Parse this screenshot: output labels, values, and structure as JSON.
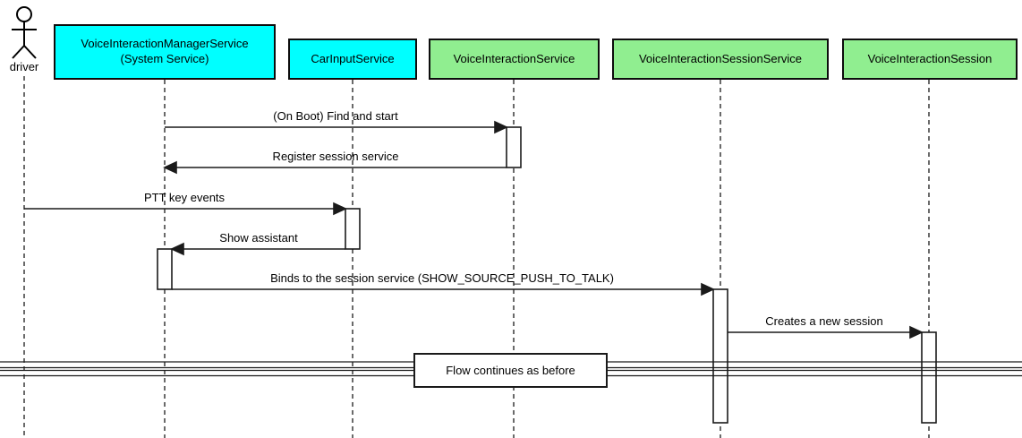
{
  "diagram": {
    "type": "uml-sequence-diagram",
    "colors": {
      "participant_cyan": "#00FFFF",
      "participant_green": "#90EE90",
      "line": "#000000",
      "background": "#FFFFFF"
    },
    "actor": {
      "name": "driver"
    },
    "participants": [
      {
        "label": "VoiceInteractionManagerService",
        "sublabel": "(System Service)",
        "fill": "#00FFFF"
      },
      {
        "label": "CarInputService",
        "fill": "#00FFFF"
      },
      {
        "label": "VoiceInteractionService",
        "fill": "#90EE90"
      },
      {
        "label": "VoiceInteractionSessionService",
        "fill": "#90EE90"
      },
      {
        "label": "VoiceInteractionSession",
        "fill": "#90EE90"
      }
    ],
    "messages": [
      {
        "label": "(On Boot) Find and start",
        "from": "VoiceInteractionManagerService",
        "to": "VoiceInteractionService"
      },
      {
        "label": "Register session service",
        "from": "VoiceInteractionService",
        "to": "VoiceInteractionManagerService"
      },
      {
        "label": "PTT key events",
        "from": "driver",
        "to": "CarInputService"
      },
      {
        "label": "Show assistant",
        "from": "CarInputService",
        "to": "VoiceInteractionManagerService"
      },
      {
        "label": "Binds to the session service (SHOW_SOURCE_PUSH_TO_TALK)",
        "from": "VoiceInteractionManagerService",
        "to": "VoiceInteractionSessionService"
      },
      {
        "label": "Creates a new session",
        "from": "VoiceInteractionSessionService",
        "to": "VoiceInteractionSession"
      }
    ],
    "divider": {
      "label": "Flow continues as before"
    }
  }
}
